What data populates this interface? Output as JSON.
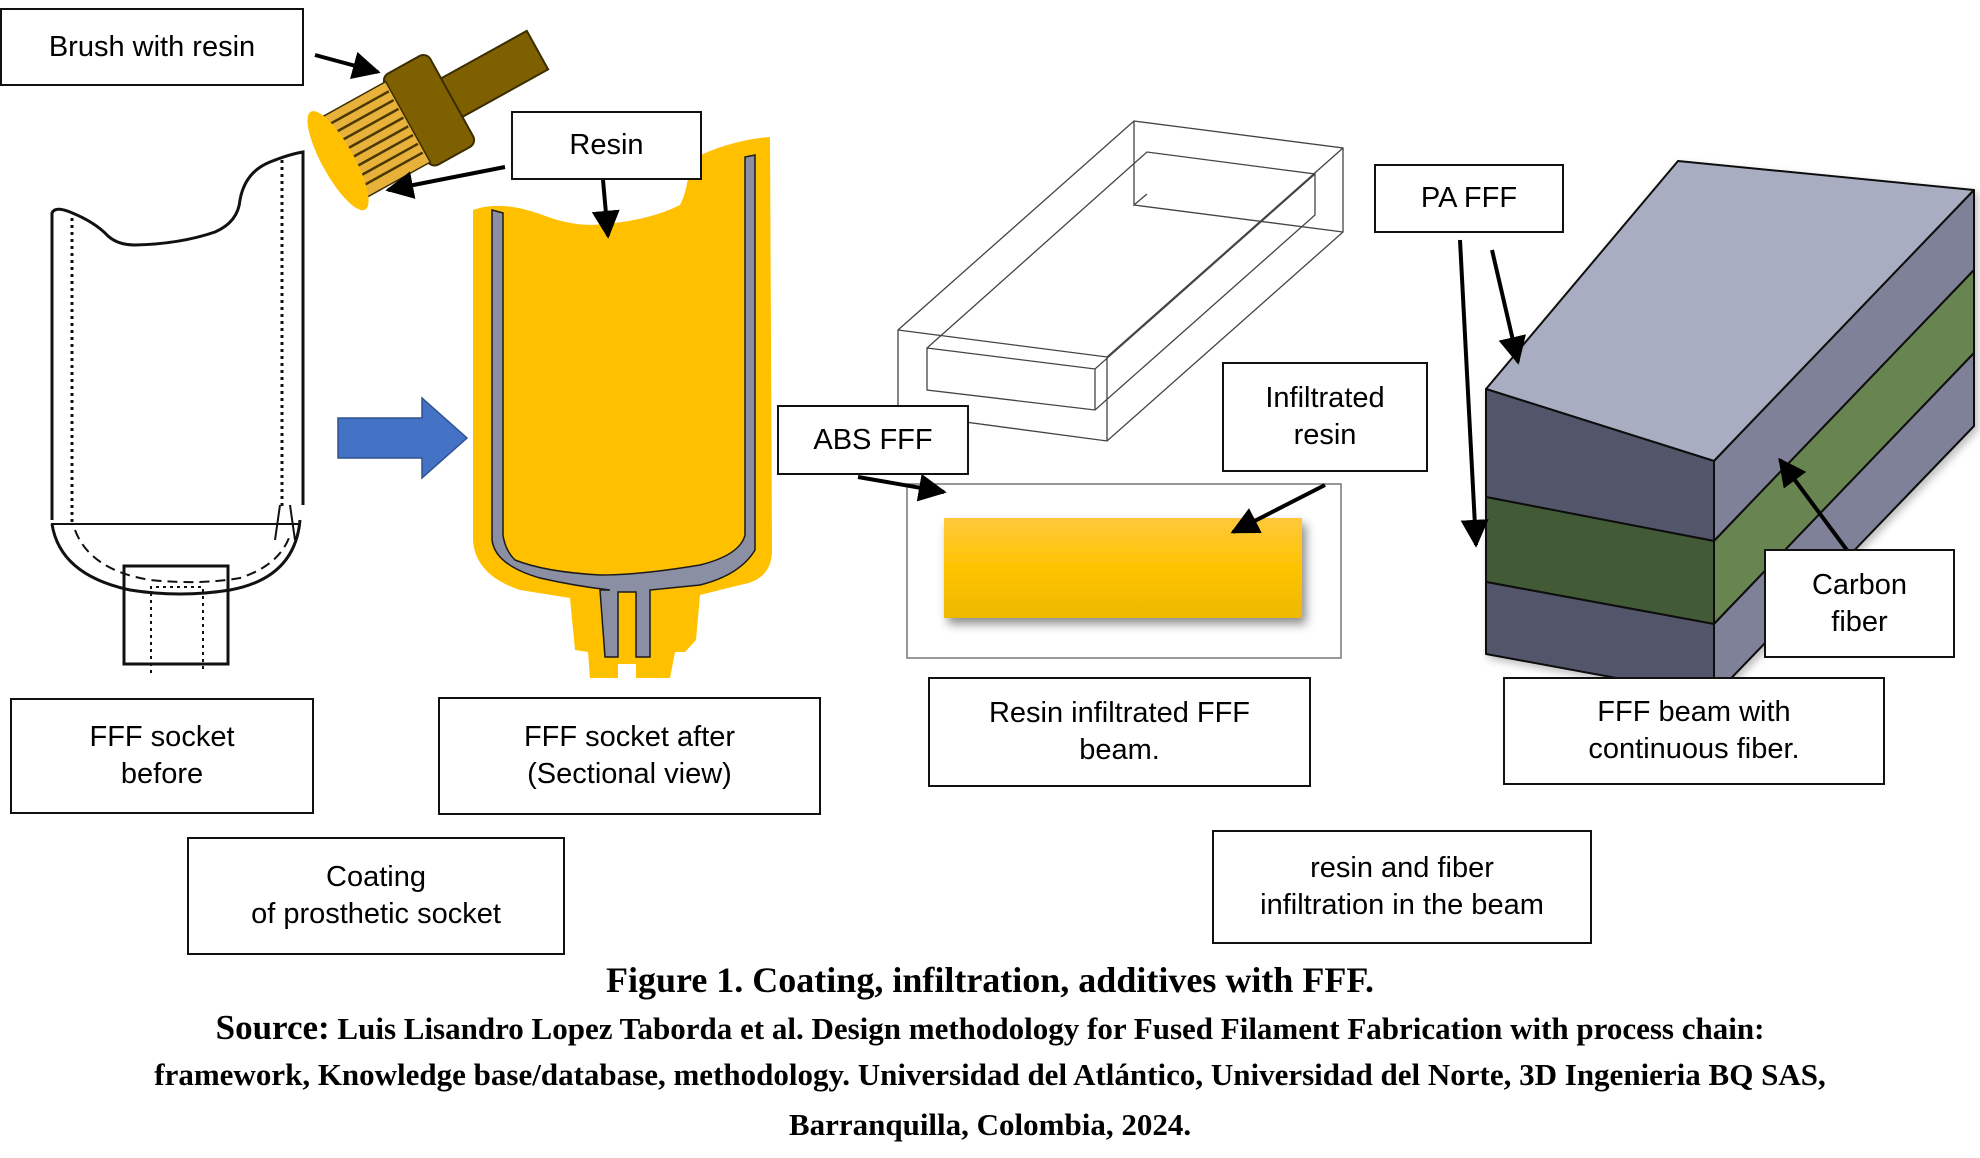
{
  "figure": {
    "title": "Figure 1. Coating, infiltration, additives with FFF.",
    "source_label": "Source:",
    "source_line1": " Luis Lisandro Lopez Taborda et al. Design methodology for Fused Filament Fabrication with process chain:",
    "source_line2": "framework, Knowledge base/database, methodology. Universidad del Atlántico, Universidad del Norte, 3D Ingenieria BQ SAS,",
    "source_line3": "Barranquilla, Colombia, 2024."
  },
  "labels": {
    "brush": "Brush with resin",
    "resin": "Resin",
    "abs_fff": "ABS FFF",
    "infiltrated_resin": "Infiltrated\nresin",
    "pa_fff": "PA FFF",
    "carbon_fiber": "Carbon\nfiber",
    "socket_before": "FFF socket\nbefore",
    "socket_after": "FFF socket after\n(Sectional view)",
    "resin_beam": "Resin infiltrated FFF\nbeam.",
    "fiber_beam": "FFF beam with\ncontinuous fiber.",
    "coating": "Coating\nof prosthetic socket",
    "resin_fiber": "resin and fiber\ninfiltration in the beam"
  },
  "colors": {
    "resin_yellow": "#FFC000",
    "socket_gray": "#8B8FA3",
    "arrow_blue": "#4472C4",
    "brush_brown": "#7F6000",
    "beam_top": "#A9ADC2",
    "beam_side_dark": "#53566A",
    "beam_side_light": "#7E8197",
    "fiber_dark": "#435A35",
    "fiber_light": "#678551"
  }
}
